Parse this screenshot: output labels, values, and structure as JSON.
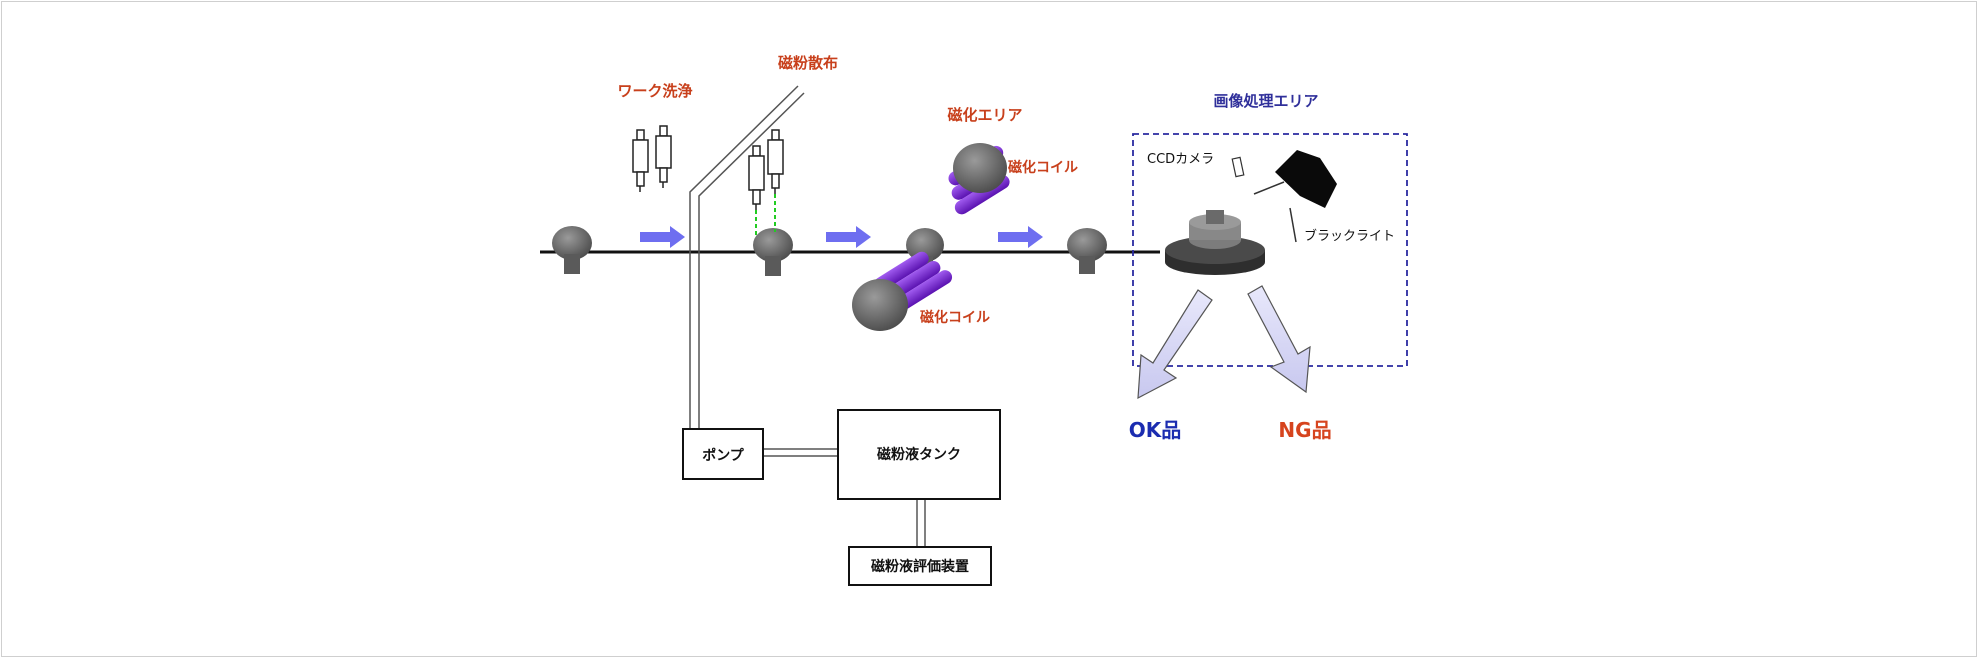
{
  "labels": {
    "work_wash": "ワーク洗浄",
    "powder_spray": "磁粉散布",
    "magnetize_area": "磁化エリア",
    "coil_top": "磁化コイル",
    "coil_bottom": "磁化コイル",
    "image_area": "画像処理エリア",
    "ccd_camera": "CCDカメラ",
    "black_light": "ブラックライト",
    "ok": "OK品",
    "ng": "NG品"
  },
  "boxes": {
    "pump": "ポンプ",
    "tank": "磁粉液タンク",
    "evaluator": "磁粉液評価装置"
  },
  "colors": {
    "accent_red": "#c8401c",
    "accent_blue": "#2f2f9a",
    "coil_purple": "#7a2fd0",
    "flow_arrow": "#6e6ef0",
    "dashed_border": "#2a2aa0",
    "ok_text": "#1b2cb0",
    "ng_text": "#d6441e"
  }
}
